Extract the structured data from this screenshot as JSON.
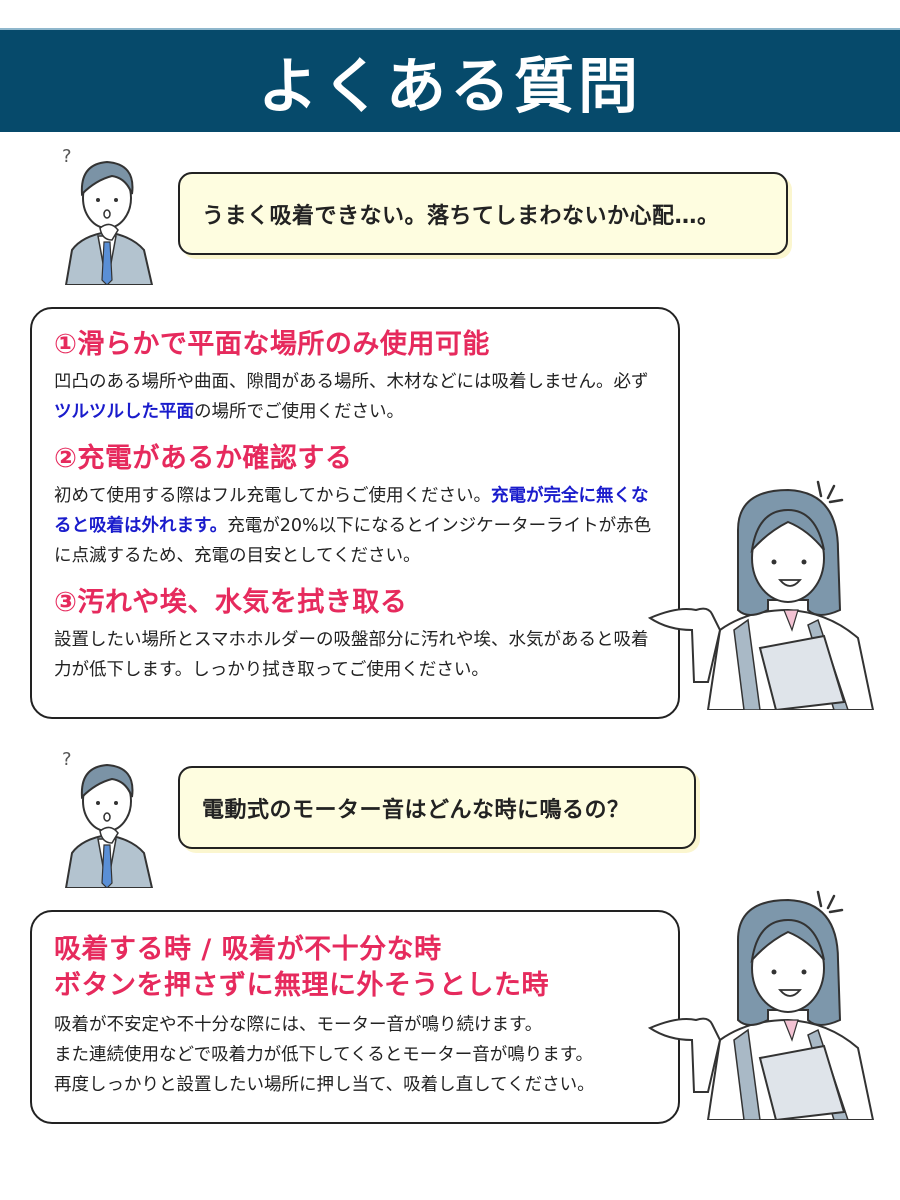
{
  "header": {
    "title": "よくある質問"
  },
  "colors": {
    "header_bg": "#064a6b",
    "accent_pink": "#e62a5d",
    "highlight_blue": "#1a1ccc",
    "question_bg": "#fefde0"
  },
  "faq": [
    {
      "question": "うまく吸着できない。落ちてしまわないか心配…。",
      "answers": [
        {
          "heading": "①滑らかで平面な場所のみ使用可能",
          "body_parts": [
            "凹凸のある場所や曲面、隙間がある場所、木材などには吸着しません。必ず",
            "ツルツルした平面",
            "の場所でご使用ください。"
          ]
        },
        {
          "heading": "②充電があるか確認する",
          "body_parts": [
            "初めて使用する際はフル充電してからご使用ください。",
            "充電が完全に無くなると吸着は外れます。",
            "充電が20%以下になるとインジケーターライトが赤色に点滅するため、充電の目安としてください。"
          ]
        },
        {
          "heading": "③汚れや埃、水気を拭き取る",
          "body_parts": [
            "設置したい場所とスマホホルダーの吸盤部分に汚れや埃、水気があると吸着力が低下します。しっかり拭き取ってご使用ください。"
          ]
        }
      ]
    },
    {
      "question": "電動式のモーター音はどんな時に鳴るの？",
      "answer": {
        "heading_lines": [
          "吸着する時 / 吸着が不十分な時",
          "ボタンを押さずに無理に外そうとした時"
        ],
        "body_lines": [
          "吸着が不安定や不十分な際には、モーター音が鳴り続けます。",
          "また連続使用などで吸着力が低下してくるとモーター音が鳴ります。",
          "再度しっかりと設置したい場所に押し当て、吸着し直してください。"
        ]
      }
    }
  ],
  "illustrations": {
    "question_person": "confused-man-icon",
    "answer_person": "presenting-woman-icon"
  }
}
